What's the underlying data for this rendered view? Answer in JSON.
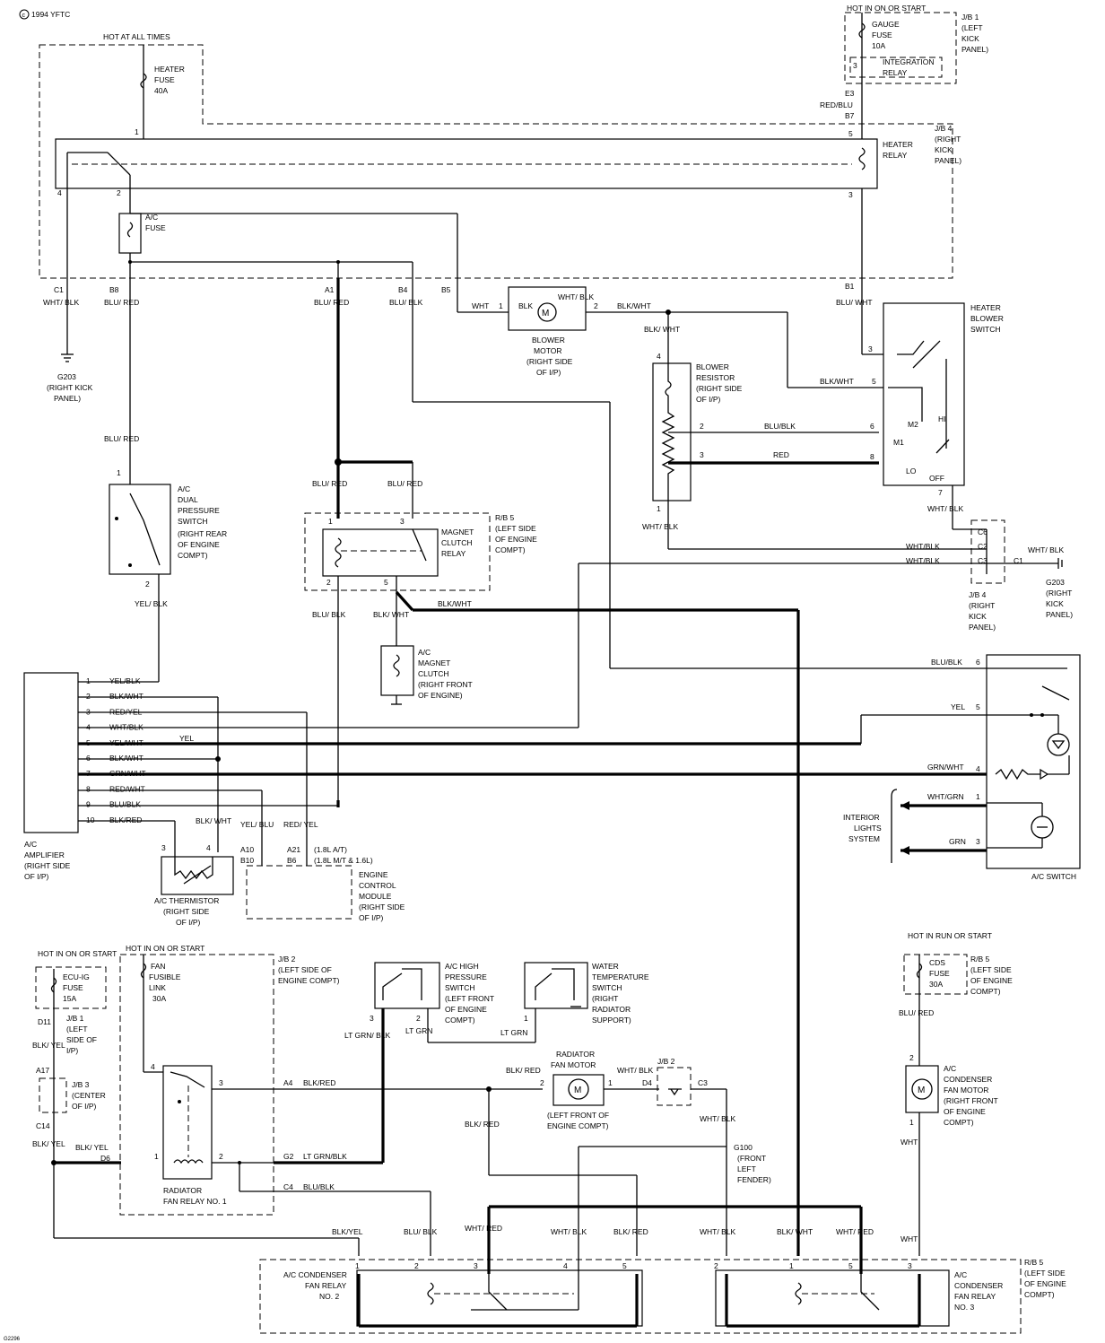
{
  "header": {
    "copyright": "1994 YFTC",
    "footer_code": "G2296"
  },
  "power": {
    "hot_at_all_times": "HOT AT ALL TIMES",
    "hot_in_on_or_start": "HOT IN ON OR START",
    "hot_in_run_or_start": "HOT IN RUN OR START"
  },
  "fuses": {
    "heater_fuse": [
      "HEATER",
      "FUSE",
      "40A"
    ],
    "ac_fuse": [
      "A/C",
      "FUSE"
    ],
    "gauge_fuse": [
      "GAUGE",
      "FUSE",
      "10A"
    ],
    "ecu_ig_fuse": [
      "ECU-IG",
      "FUSE",
      "15A"
    ],
    "fan_fusible_link": [
      "FAN",
      "FUSIBLE",
      "LINK",
      "30A"
    ],
    "cds_fuse": [
      "CDS",
      "FUSE",
      "30A"
    ]
  },
  "junction_blocks": {
    "jb1_top": [
      "J/B 1",
      "(LEFT",
      "KICK",
      "PANEL)"
    ],
    "integration_relay": [
      "INTEGRATION",
      "RELAY"
    ],
    "jb4_top": [
      "J/B 4",
      "(RIGHT",
      "KICK",
      "PANEL)"
    ],
    "jb4_bottom": [
      "J/B 4",
      "(RIGHT",
      "KICK",
      "PANEL)"
    ],
    "rb5_relay": [
      "R/B 5",
      "(LEFT SIDE",
      "OF ENGINE",
      "COMPT)"
    ],
    "jb2_left": [
      "J/B 2",
      "(LEFT SIDE OF",
      "ENGINE COMPT)"
    ],
    "jb1_left": [
      "J/B 1",
      "(LEFT",
      "SIDE OF",
      "I/P)"
    ],
    "jb3": [
      "J/B 3",
      "(CENTER",
      "OF I/P)"
    ],
    "rb5_cds": [
      "R/B 5",
      "(LEFT SIDE",
      "OF ENGINE",
      "COMPT)"
    ],
    "rb5_bottom": [
      "R/B 5",
      "(LEFT SIDE",
      "OF ENGINE",
      "COMPT)"
    ],
    "jb2_mid": "J/B 2"
  },
  "components": {
    "heater_relay": [
      "HEATER",
      "RELAY"
    ],
    "blower_motor": [
      "BLOWER",
      "MOTOR",
      "(RIGHT SIDE",
      "OF I/P)"
    ],
    "heater_blower_switch": [
      "HEATER",
      "BLOWER",
      "SWITCH"
    ],
    "blower_resistor": [
      "BLOWER",
      "RESISTOR",
      "(RIGHT SIDE",
      "OF I/P)"
    ],
    "dual_pressure_switch": [
      "A/C",
      "DUAL",
      "PRESSURE",
      "SWITCH",
      "(RIGHT REAR",
      "OF ENGINE",
      "COMPT)"
    ],
    "magnet_clutch_relay": [
      "MAGNET",
      "CLUTCH",
      "RELAY"
    ],
    "magnet_clutch": [
      "A/C",
      "MAGNET",
      "CLUTCH",
      "(RIGHT FRONT",
      "OF ENGINE)"
    ],
    "ac_amplifier": [
      "A/C",
      "AMPLIFIER",
      "(RIGHT SIDE",
      "OF I/P)"
    ],
    "ac_thermistor": [
      "A/C THERMISTOR",
      "(RIGHT SIDE",
      "OF I/P)"
    ],
    "ecm": [
      "ENGINE",
      "CONTROL",
      "MODULE",
      "(RIGHT SIDE",
      "OF I/P)"
    ],
    "ac_switch": "A/C SWITCH",
    "interior_lights": [
      "INTERIOR",
      "LIGHTS",
      "SYSTEM"
    ],
    "high_pressure_switch": [
      "A/C HIGH",
      "PRESSURE",
      "SWITCH",
      "(LEFT FRONT",
      "OF ENGINE",
      "COMPT)"
    ],
    "water_temp_switch": [
      "WATER",
      "TEMPERATURE",
      "SWITCH",
      "(RIGHT",
      "RADIATOR",
      "SUPPORT)"
    ],
    "radiator_fan_motor_title": [
      "RADIATOR",
      "FAN MOTOR"
    ],
    "radiator_fan_motor_loc": [
      "(LEFT FRONT OF",
      "ENGINE COMPT)"
    ],
    "radiator_fan_relay1": [
      "RADIATOR",
      "FAN RELAY NO. 1"
    ],
    "condenser_fan_motor": [
      "A/C",
      "CONDENSER",
      "FAN MOTOR",
      "(RIGHT FRONT",
      "OF ENGINE",
      "COMPT)"
    ],
    "condenser_fan_relay2": [
      "A/C CONDENSER",
      "FAN RELAY",
      "NO. 2"
    ],
    "condenser_fan_relay3": [
      "A/C",
      "CONDENSER",
      "FAN RELAY",
      "NO. 3"
    ]
  },
  "grounds": {
    "g203_left": [
      "G203",
      "(RIGHT KICK",
      "PANEL)"
    ],
    "g203_right": [
      "G203",
      "(RIGHT",
      "KICK",
      "PANEL)"
    ],
    "g100": [
      "G100",
      "(FRONT",
      "LEFT",
      "FENDER)"
    ]
  },
  "switch_positions": {
    "hi": "HI",
    "m2": "M2",
    "m1": "M1",
    "lo": "LO",
    "off": "OFF"
  },
  "ecm_variants": [
    "(1.8L A/T)",
    "(1.8L M/T & 1.6L)"
  ],
  "connector_ids": {
    "e3": "E3",
    "b7": "B7",
    "b1": "B1",
    "c1": "C1",
    "b8": "B8",
    "a1": "A1",
    "b4": "B4",
    "b5": "B5",
    "c6": "C6",
    "c2": "C2",
    "c3": "C3",
    "c1r": "C1",
    "a10": "A10",
    "b10": "B10",
    "a21": "A21",
    "b6": "B6",
    "d11": "D11",
    "a17": "A17",
    "c14": "C14",
    "d6": "D6",
    "a4": "A4",
    "g2": "G2",
    "c4": "C4",
    "d4": "D4",
    "c3b": "C3"
  },
  "amplifier_pins": [
    {
      "num": "1",
      "color": "YEL/BLK"
    },
    {
      "num": "2",
      "color": "BLK/WHT"
    },
    {
      "num": "3",
      "color": "RED/YEL"
    },
    {
      "num": "4",
      "color": "WHT/BLK"
    },
    {
      "num": "5",
      "color": "YEL/WHT"
    },
    {
      "num": "6",
      "color": "BLK/WHT"
    },
    {
      "num": "7",
      "color": "GRN/WHT"
    },
    {
      "num": "8",
      "color": "RED/WHT"
    },
    {
      "num": "9",
      "color": "BLU/BLK"
    },
    {
      "num": "10",
      "color": "BLK/RED"
    }
  ],
  "wire_labels": {
    "red_blu": "RED/BLU",
    "wht_blk_c1": "WHT/ BLK",
    "blu_red_b8": "BLU/ RED",
    "blu_red_a1": "BLU/ RED",
    "blu_blk_b4": "BLU/ BLK",
    "wht_b5": "WHT",
    "blk_motor": "BLK",
    "wht_blk_motor": "WHT/ BLK",
    "blk_wht_motor_out": "BLK/WHT",
    "blu_wht_b1": "BLU/ WHT",
    "blk_wht_res": "BLK/ WHT",
    "blk_wht_sw5": "BLK/WHT",
    "blu_blk_res": "BLU/BLK",
    "red_res": "RED",
    "wht_blk_res": "WHT/ BLK",
    "wht_blk_sw7": "WHT/ BLK",
    "wht_blk_c2": "WHT/BLK",
    "wht_blk_c3": "WHT/BLK",
    "wht_blk_g203": "WHT/ BLK",
    "blu_red_dps": "BLU/ RED",
    "yel_blk_dps": "YEL/ BLK",
    "blu_red_mcr1": "BLU/ RED",
    "blu_red_mcr3": "BLU/ RED",
    "blu_blk_mcr2": "BLU/ BLK",
    "blk_wht_mcr5": "BLK/ WHT",
    "blk_wht_mcr_out": "BLK/WHT",
    "blu_blk_sw6": "BLU/BLK",
    "yel_sw5": "YEL",
    "grn_wht_sw4": "GRN/WHT",
    "wht_grn_sw1": "WHT/GRN",
    "grn_sw3": "GRN",
    "yel_pin5": "YEL",
    "blk_wht_thermo": "BLK/ WHT",
    "yel_blu": "YEL/ BLU",
    "red_yel": "RED/ YEL",
    "blk_yel_d11": "BLK/ YEL",
    "blk_yel_c14": "BLK/ YEL",
    "blk_yel_d6": "BLK/ YEL",
    "blk_red_a4": "BLK/RED",
    "lt_grn_blk_g2": "LT GRN/BLK",
    "blu_blk_c4": "BLU/BLK",
    "lt_grn_blk_hps": "LT GRN/ BLK",
    "lt_grn_hps2": "LT GRN",
    "lt_grn_wts": "LT GRN",
    "blk_red_fan": "BLK/ RED",
    "wht_blk_fan": "WHT/ BLK",
    "wht_blk_g100": "WHT/ BLK",
    "blk_red_down": "BLK/ RED",
    "blu_red_cds": "BLU/ RED",
    "wht_cfm": "WHT",
    "wht_cfm2": "WHT",
    "blk_yel_r2": "BLK/YEL",
    "blu_blk_r2": "BLU/ BLK",
    "wht_red_r2": "WHT/ RED",
    "wht_blk_r2": "WHT/ BLK",
    "blk_red_r2": "BLK/ RED",
    "wht_blk_r3": "WHT/ BLK",
    "blk_wht_r3": "BLK/ WHT",
    "wht_red_r3": "WHT/ RED"
  },
  "pin_numbers": {
    "p1": "1",
    "p2": "2",
    "p3": "3",
    "p4": "4",
    "p5": "5",
    "p6": "6",
    "p7": "7",
    "p8": "8",
    "p9": "9"
  }
}
